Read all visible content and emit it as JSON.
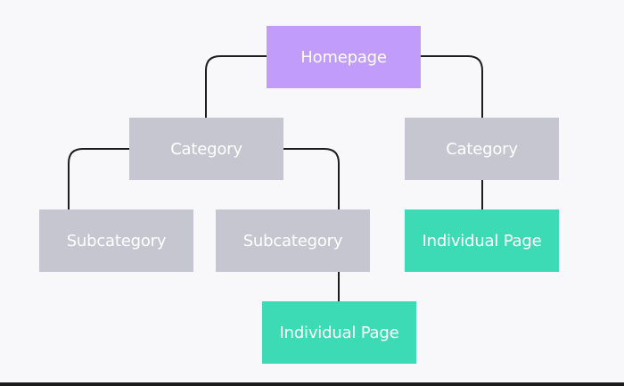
{
  "diagram": {
    "colors": {
      "background": "#f8f8fa",
      "homepage": "#c19cfb",
      "category": "#c5c6d0",
      "subcategory": "#c5c6d0",
      "page": "#3ddbb5",
      "connector": "#1d1d1d"
    },
    "nodes": [
      {
        "id": "homepage",
        "label": "Homepage",
        "kind": "homepage"
      },
      {
        "id": "category-left",
        "label": "Category",
        "kind": "category"
      },
      {
        "id": "category-right",
        "label": "Category",
        "kind": "category"
      },
      {
        "id": "subcategory-1",
        "label": "Subcategory",
        "kind": "subcategory"
      },
      {
        "id": "subcategory-2",
        "label": "Subcategory",
        "kind": "subcategory"
      },
      {
        "id": "page-right",
        "label": "Individual Page",
        "kind": "page"
      },
      {
        "id": "page-bottom",
        "label": "Individual Page",
        "kind": "page"
      }
    ],
    "edges": [
      {
        "from": "homepage",
        "to": "category-left"
      },
      {
        "from": "homepage",
        "to": "category-right"
      },
      {
        "from": "category-left",
        "to": "subcategory-1"
      },
      {
        "from": "category-left",
        "to": "subcategory-2"
      },
      {
        "from": "category-right",
        "to": "page-right"
      },
      {
        "from": "subcategory-2",
        "to": "page-bottom"
      }
    ]
  }
}
